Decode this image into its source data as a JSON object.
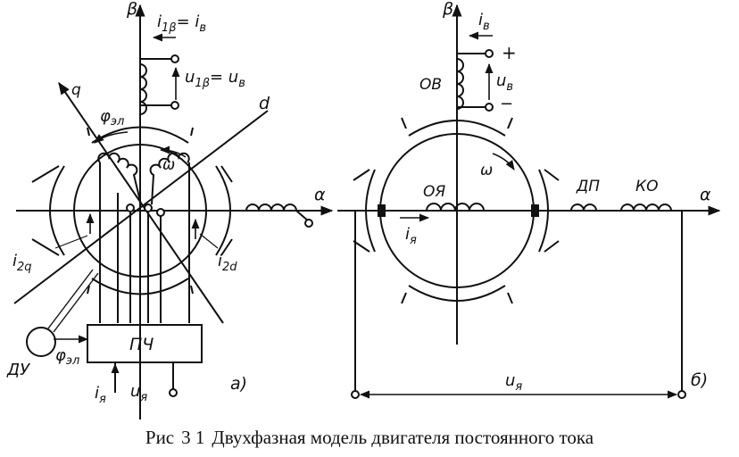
{
  "caption": {
    "prefix": "Рис",
    "number": "3 1",
    "title": "Двухфазная модель двигателя постоянного тока"
  },
  "diagram_a": {
    "panel_label": "а)",
    "axis_beta": "β",
    "axis_alpha": "α",
    "axis_q": "q",
    "axis_d": "d",
    "current_1beta": "i1β = iв",
    "current_1beta_main": "i",
    "current_1beta_sub": "1β",
    "current_1beta_eq": "= i",
    "current_1beta_sub2": "в",
    "voltage_1beta_main": "u",
    "voltage_1beta_sub": "1β",
    "voltage_1beta_eq": "= u",
    "voltage_1beta_sub2": "в",
    "angle_main": "φ",
    "angle_sub": "эл",
    "omega": "ω",
    "current_2q_main": "i",
    "current_2q_sub": "2q",
    "current_2d_main": "i",
    "current_2d_sub": "2d",
    "converter_label": "ПЧ",
    "sensor_label": "ДУ",
    "angle2_main": "φ",
    "angle2_sub": "эл",
    "input_current_main": "i",
    "input_current_sub": "я",
    "input_voltage_main": "u",
    "input_voltage_sub": "я"
  },
  "diagram_b": {
    "panel_label": "б)",
    "axis_beta": "β",
    "axis_alpha": "α",
    "field_current_main": "i",
    "field_current_sub": "в",
    "field_winding": "ОВ",
    "plus": "+",
    "minus": "−",
    "field_voltage_main": "u",
    "field_voltage_sub": "в",
    "omega": "ω",
    "armature_winding": "ОЯ",
    "armature_current_main": "i",
    "armature_current_sub": "я",
    "interpole_winding": "ДП",
    "compensating_winding": "КО",
    "armature_voltage_main": "u",
    "armature_voltage_sub": "я"
  }
}
